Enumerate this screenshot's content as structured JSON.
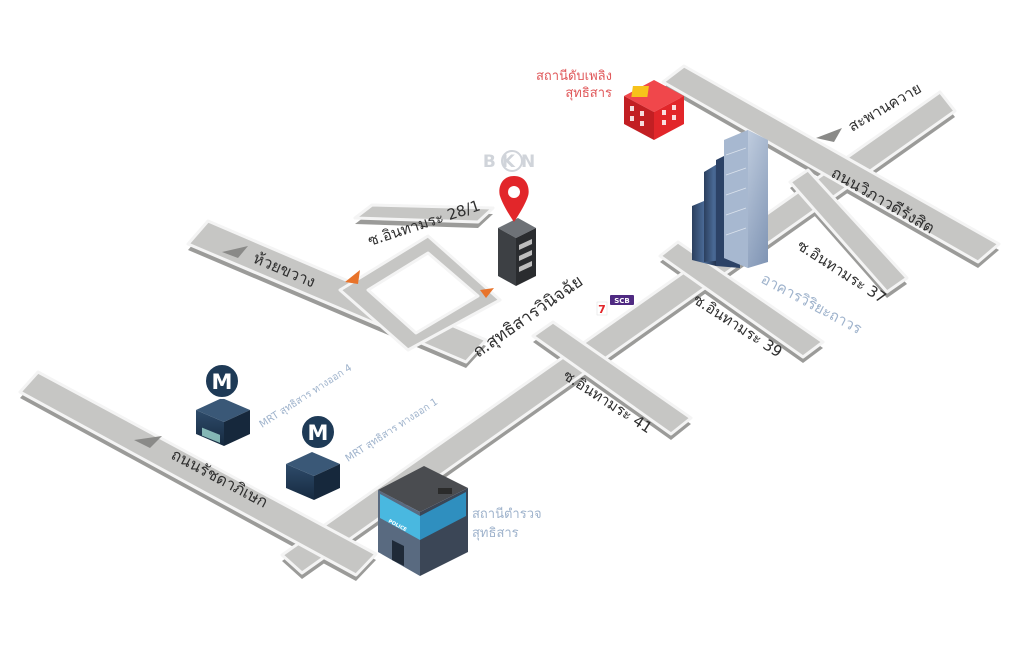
{
  "map": {
    "logo": "BKN",
    "roads": {
      "main": "ถ.สุทธิสารวินิจฉัย",
      "huai_khwang": "ห้วยขวาง",
      "ratchadaphisek": "ถนนรัชดาภิเษก",
      "vibhavadi": "ถนนวิภาวดีรังสิต",
      "saphan_khwai": "สะพานควาย",
      "soi_28_1": "ซ.อินทามระ 28/1",
      "soi_37": "ซ.อินทามระ 37",
      "soi_39": "ซ.อินทามระ 39",
      "soi_41": "ซ.อินทามระ 41"
    },
    "places": {
      "fire_station": [
        "สถานีดับเพลิง",
        "สุทธิสาร"
      ],
      "police_station": [
        "สถานีตำรวจ",
        "สุทธิสาร"
      ],
      "building": "อาคารวิริยะถาวร",
      "mrt_exit4": "MRT สุทธิสาร ทางออก 4",
      "mrt_exit1": "MRT สุทธิสาร ทางออก 1",
      "mrt_letter": "M",
      "scb": "SCB",
      "seven_eleven": "7",
      "police_sign": "POLICE"
    },
    "colors": {
      "road": "#c6c6c4",
      "road_edge": "#f4f4f4",
      "road_shadow": "#9b9b99",
      "pin": "#e2262a",
      "mrt": "#1e3a56",
      "fire_station": "#e4282c",
      "label_soft": "#9fb3cc"
    },
    "icons": [
      "map-pin-icon",
      "mrt-icon",
      "fire-station-icon",
      "police-station-icon",
      "direction-arrow-icon",
      "skyscraper-icon",
      "office-building-icon",
      "bkn-logo-icon"
    ]
  }
}
